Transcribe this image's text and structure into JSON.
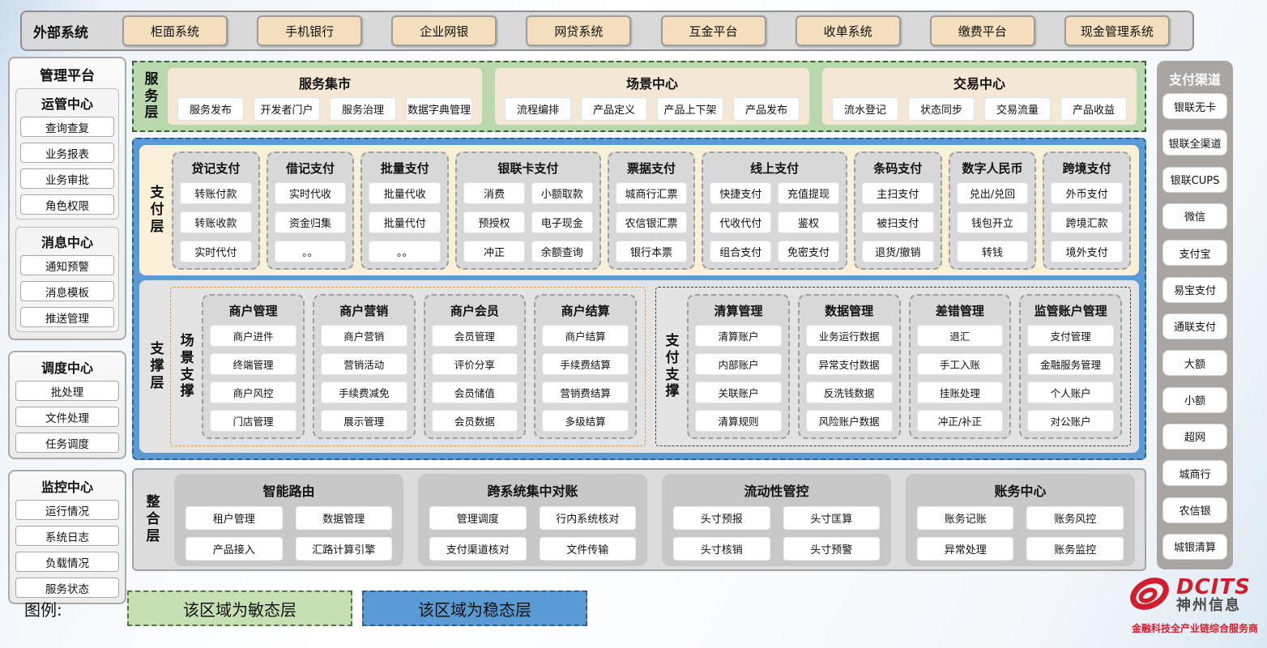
{
  "colors": {
    "stable_blue": "#5b9bd5",
    "agile_green": "#c6e0b4",
    "external_tan": "#f5debd",
    "panel_gray": "#d8d8d8",
    "brand_red": "#cf1e2e"
  },
  "external": {
    "label": "外部系统",
    "items": [
      "柜面系统",
      "手机银行",
      "企业网银",
      "网贷系统",
      "互金平台",
      "收单系统",
      "缴费平台",
      "现金管理系统"
    ]
  },
  "management": {
    "title": "管理平台",
    "grouped": [
      {
        "title": "运管中心",
        "items": [
          "查询查复",
          "业务报表",
          "业务审批",
          "角色权限"
        ]
      },
      {
        "title": "消息中心",
        "items": [
          "通知预警",
          "消息模板",
          "推送管理"
        ]
      }
    ],
    "standalone": [
      {
        "title": "调度中心",
        "items": [
          "批处理",
          "文件处理",
          "任务调度"
        ]
      },
      {
        "title": "监控中心",
        "items": [
          "运行情况",
          "系统日志",
          "负载情况",
          "服务状态"
        ]
      }
    ]
  },
  "service_layer": {
    "label": "服务层",
    "groups": [
      {
        "title": "服务集市",
        "items": [
          "服务发布",
          "开发者门户",
          "服务治理",
          "数据字典管理"
        ]
      },
      {
        "title": "场景中心",
        "items": [
          "流程编排",
          "产品定义",
          "产品上下架",
          "产品发布"
        ]
      },
      {
        "title": "交易中心",
        "items": [
          "流水登记",
          "状态同步",
          "交易流量",
          "产品收益"
        ]
      }
    ]
  },
  "payment_layer": {
    "label": "支付层",
    "columns": [
      {
        "title": "贷记支付",
        "cols": 1,
        "items": [
          "转账付款",
          "转账收款",
          "实时代付"
        ]
      },
      {
        "title": "借记支付",
        "cols": 1,
        "items": [
          "实时代收",
          "资金归集",
          "。。"
        ]
      },
      {
        "title": "批量支付",
        "cols": 1,
        "items": [
          "批量代收",
          "批量代付",
          "。。"
        ]
      },
      {
        "title": "银联卡支付",
        "cols": 2,
        "items": [
          "消费",
          "小额取款",
          "预授权",
          "电子现金",
          "冲正",
          "余额查询"
        ]
      },
      {
        "title": "票据支付",
        "cols": 1,
        "items": [
          "城商行汇票",
          "农信银汇票",
          "银行本票"
        ]
      },
      {
        "title": "线上支付",
        "cols": 2,
        "items": [
          "快捷支付",
          "充值提现",
          "代收代付",
          "鉴权",
          "组合支付",
          "免密支付"
        ]
      },
      {
        "title": "条码支付",
        "cols": 1,
        "items": [
          "主扫支付",
          "被扫支付",
          "退货/撤销"
        ]
      },
      {
        "title": "数字人民币",
        "cols": 1,
        "items": [
          "兑出/兑回",
          "钱包开立",
          "转钱"
        ]
      },
      {
        "title": "跨境支付",
        "cols": 1,
        "items": [
          "外币支付",
          "跨境汇款",
          "境外支付"
        ]
      }
    ]
  },
  "support_layer": {
    "label": "支撑层",
    "sections": [
      {
        "label": "场景支撑",
        "style": "orange",
        "columns": [
          {
            "title": "商户管理",
            "items": [
              "商户进件",
              "终端管理",
              "商户风控",
              "门店管理"
            ]
          },
          {
            "title": "商户营销",
            "items": [
              "商户营销",
              "营销活动",
              "手续费减免",
              "展示管理"
            ]
          },
          {
            "title": "商户会员",
            "items": [
              "会员管理",
              "评价分享",
              "会员储值",
              "会员数据"
            ]
          },
          {
            "title": "商户结算",
            "items": [
              "商户结算",
              "手续费结算",
              "营销费结算",
              "多级结算"
            ]
          }
        ]
      },
      {
        "label": "支付支撑",
        "style": "dark",
        "columns": [
          {
            "title": "清算管理",
            "items": [
              "清算账户",
              "内部账户",
              "关联账户",
              "清算规则"
            ]
          },
          {
            "title": "数据管理",
            "items": [
              "业务运行数据",
              "异常支付数据",
              "反洗钱数据",
              "风险账户数据"
            ]
          },
          {
            "title": "差错管理",
            "items": [
              "退汇",
              "手工入账",
              "挂账处理",
              "冲正/补正"
            ]
          },
          {
            "title": "监管账户管理",
            "items": [
              "支付管理",
              "金融服务管理",
              "个人账户",
              "对公账户"
            ]
          }
        ]
      }
    ]
  },
  "integration_layer": {
    "label": "整合层",
    "groups": [
      {
        "title": "智能路由",
        "items": [
          "租户管理",
          "数据管理",
          "产品接入",
          "汇路计算引擎"
        ]
      },
      {
        "title": "跨系统集中对账",
        "items": [
          "管理调度",
          "行内系统核对",
          "支付渠道核对",
          "文件传输"
        ]
      },
      {
        "title": "流动性管控",
        "items": [
          "头寸预报",
          "头寸匡算",
          "头寸核销",
          "头寸预警"
        ]
      },
      {
        "title": "账务中心",
        "items": [
          "账务记账",
          "账务风控",
          "异常处理",
          "账务监控"
        ]
      }
    ]
  },
  "channels": {
    "title": "支付渠道",
    "items": [
      "银联无卡",
      "银联全渠道",
      "银联CUPS",
      "微信",
      "支付宝",
      "易宝支付",
      "通联支付",
      "大额",
      "小额",
      "超网",
      "城商行",
      "农信银",
      "城银清算"
    ]
  },
  "legend": {
    "label": "图例:",
    "agile_text": "该区域为敏态层",
    "stable_text": "该区域为稳态层"
  },
  "logo": {
    "brand": "DCITS",
    "name": "神州信息",
    "tagline": "金融科技全产业链综合服务商"
  }
}
